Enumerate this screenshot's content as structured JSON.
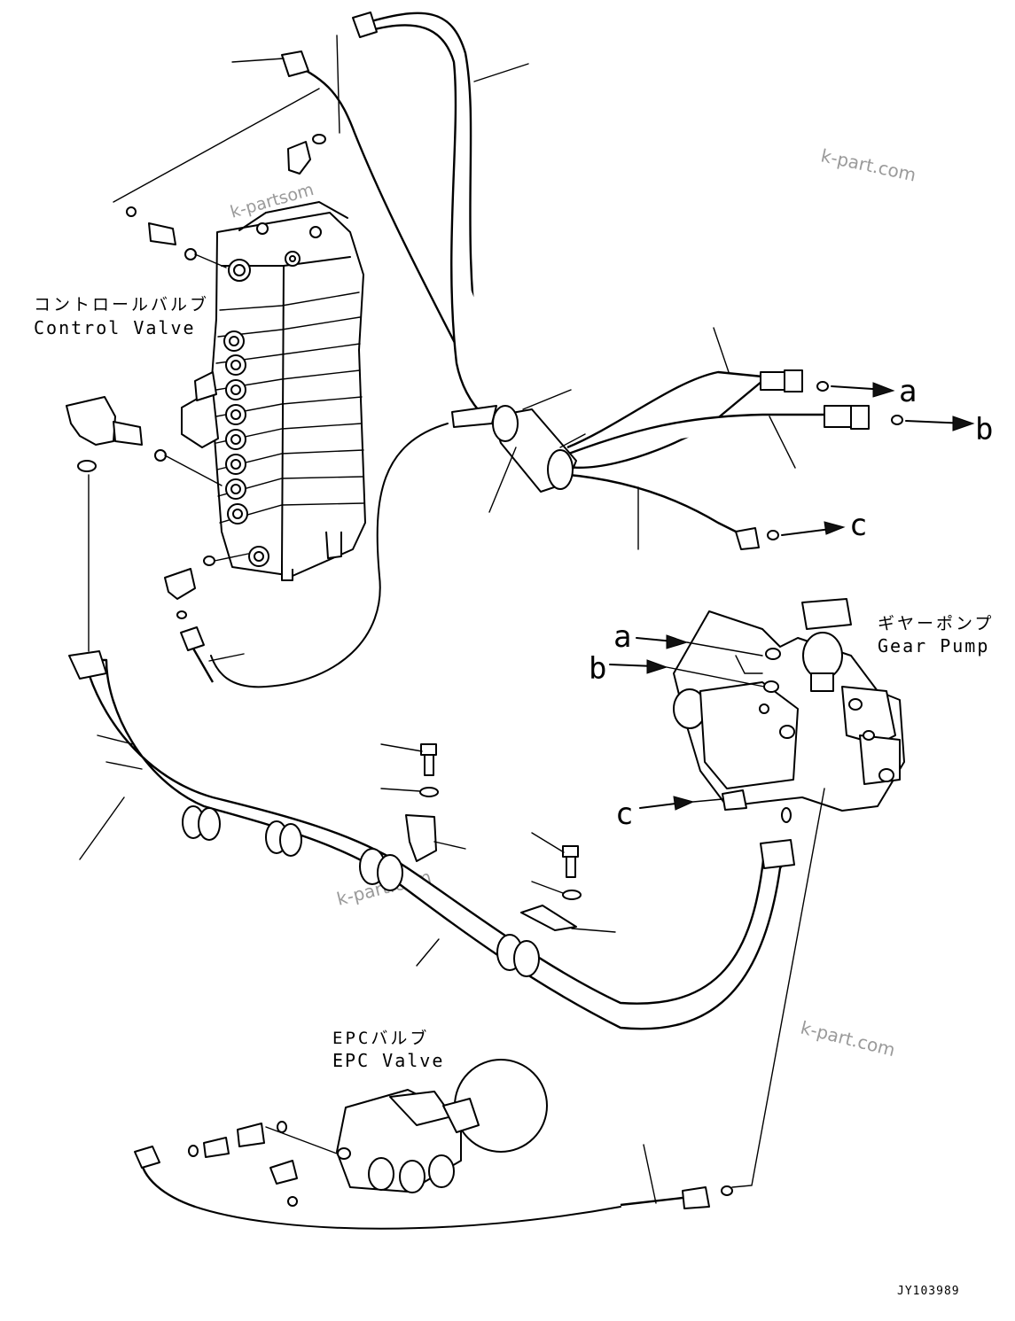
{
  "labels": {
    "control_valve_jp": "コントロールバルブ",
    "control_valve_en": "Control Valve",
    "gear_pump_jp": "ギヤーポンプ",
    "gear_pump_en": "Gear Pump",
    "epc_valve_jp": "EPCバルブ",
    "epc_valve_en": "EPC Valve"
  },
  "connections": {
    "a": "a",
    "b": "b",
    "c": "c"
  },
  "watermark": "k-part.com",
  "watermark_partial": "k-partsom",
  "drawing_number": "JY103989"
}
